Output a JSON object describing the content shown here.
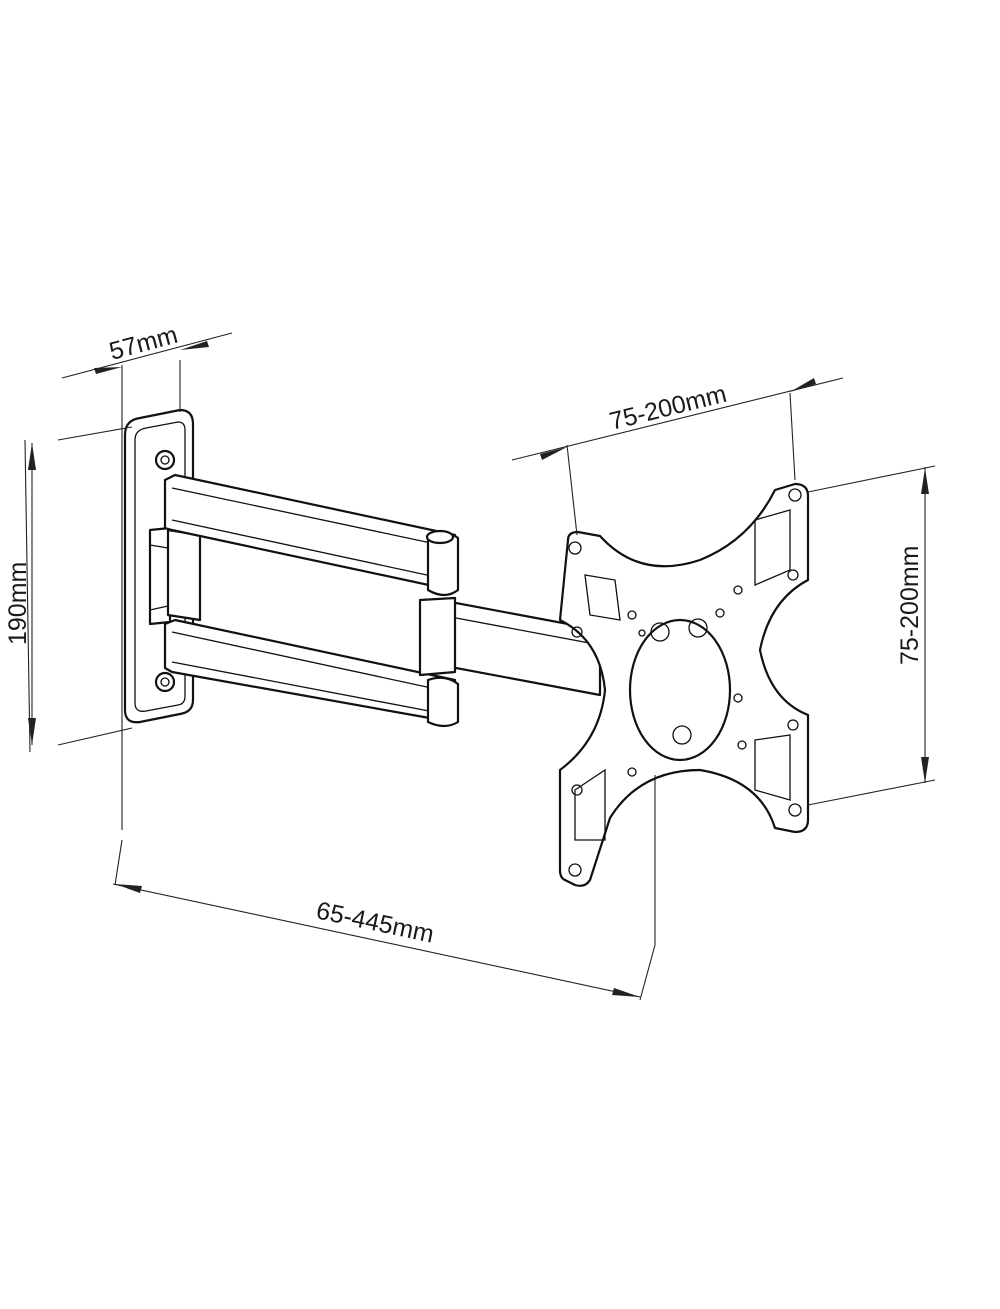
{
  "dimensions": {
    "wall_plate_depth": "57mm",
    "wall_plate_height": "190mm",
    "vesa_horizontal": "75-200mm",
    "vesa_vertical": "75-200mm",
    "extension_range": "65-445mm"
  },
  "colors": {
    "line": "#111111",
    "background": "#ffffff"
  }
}
